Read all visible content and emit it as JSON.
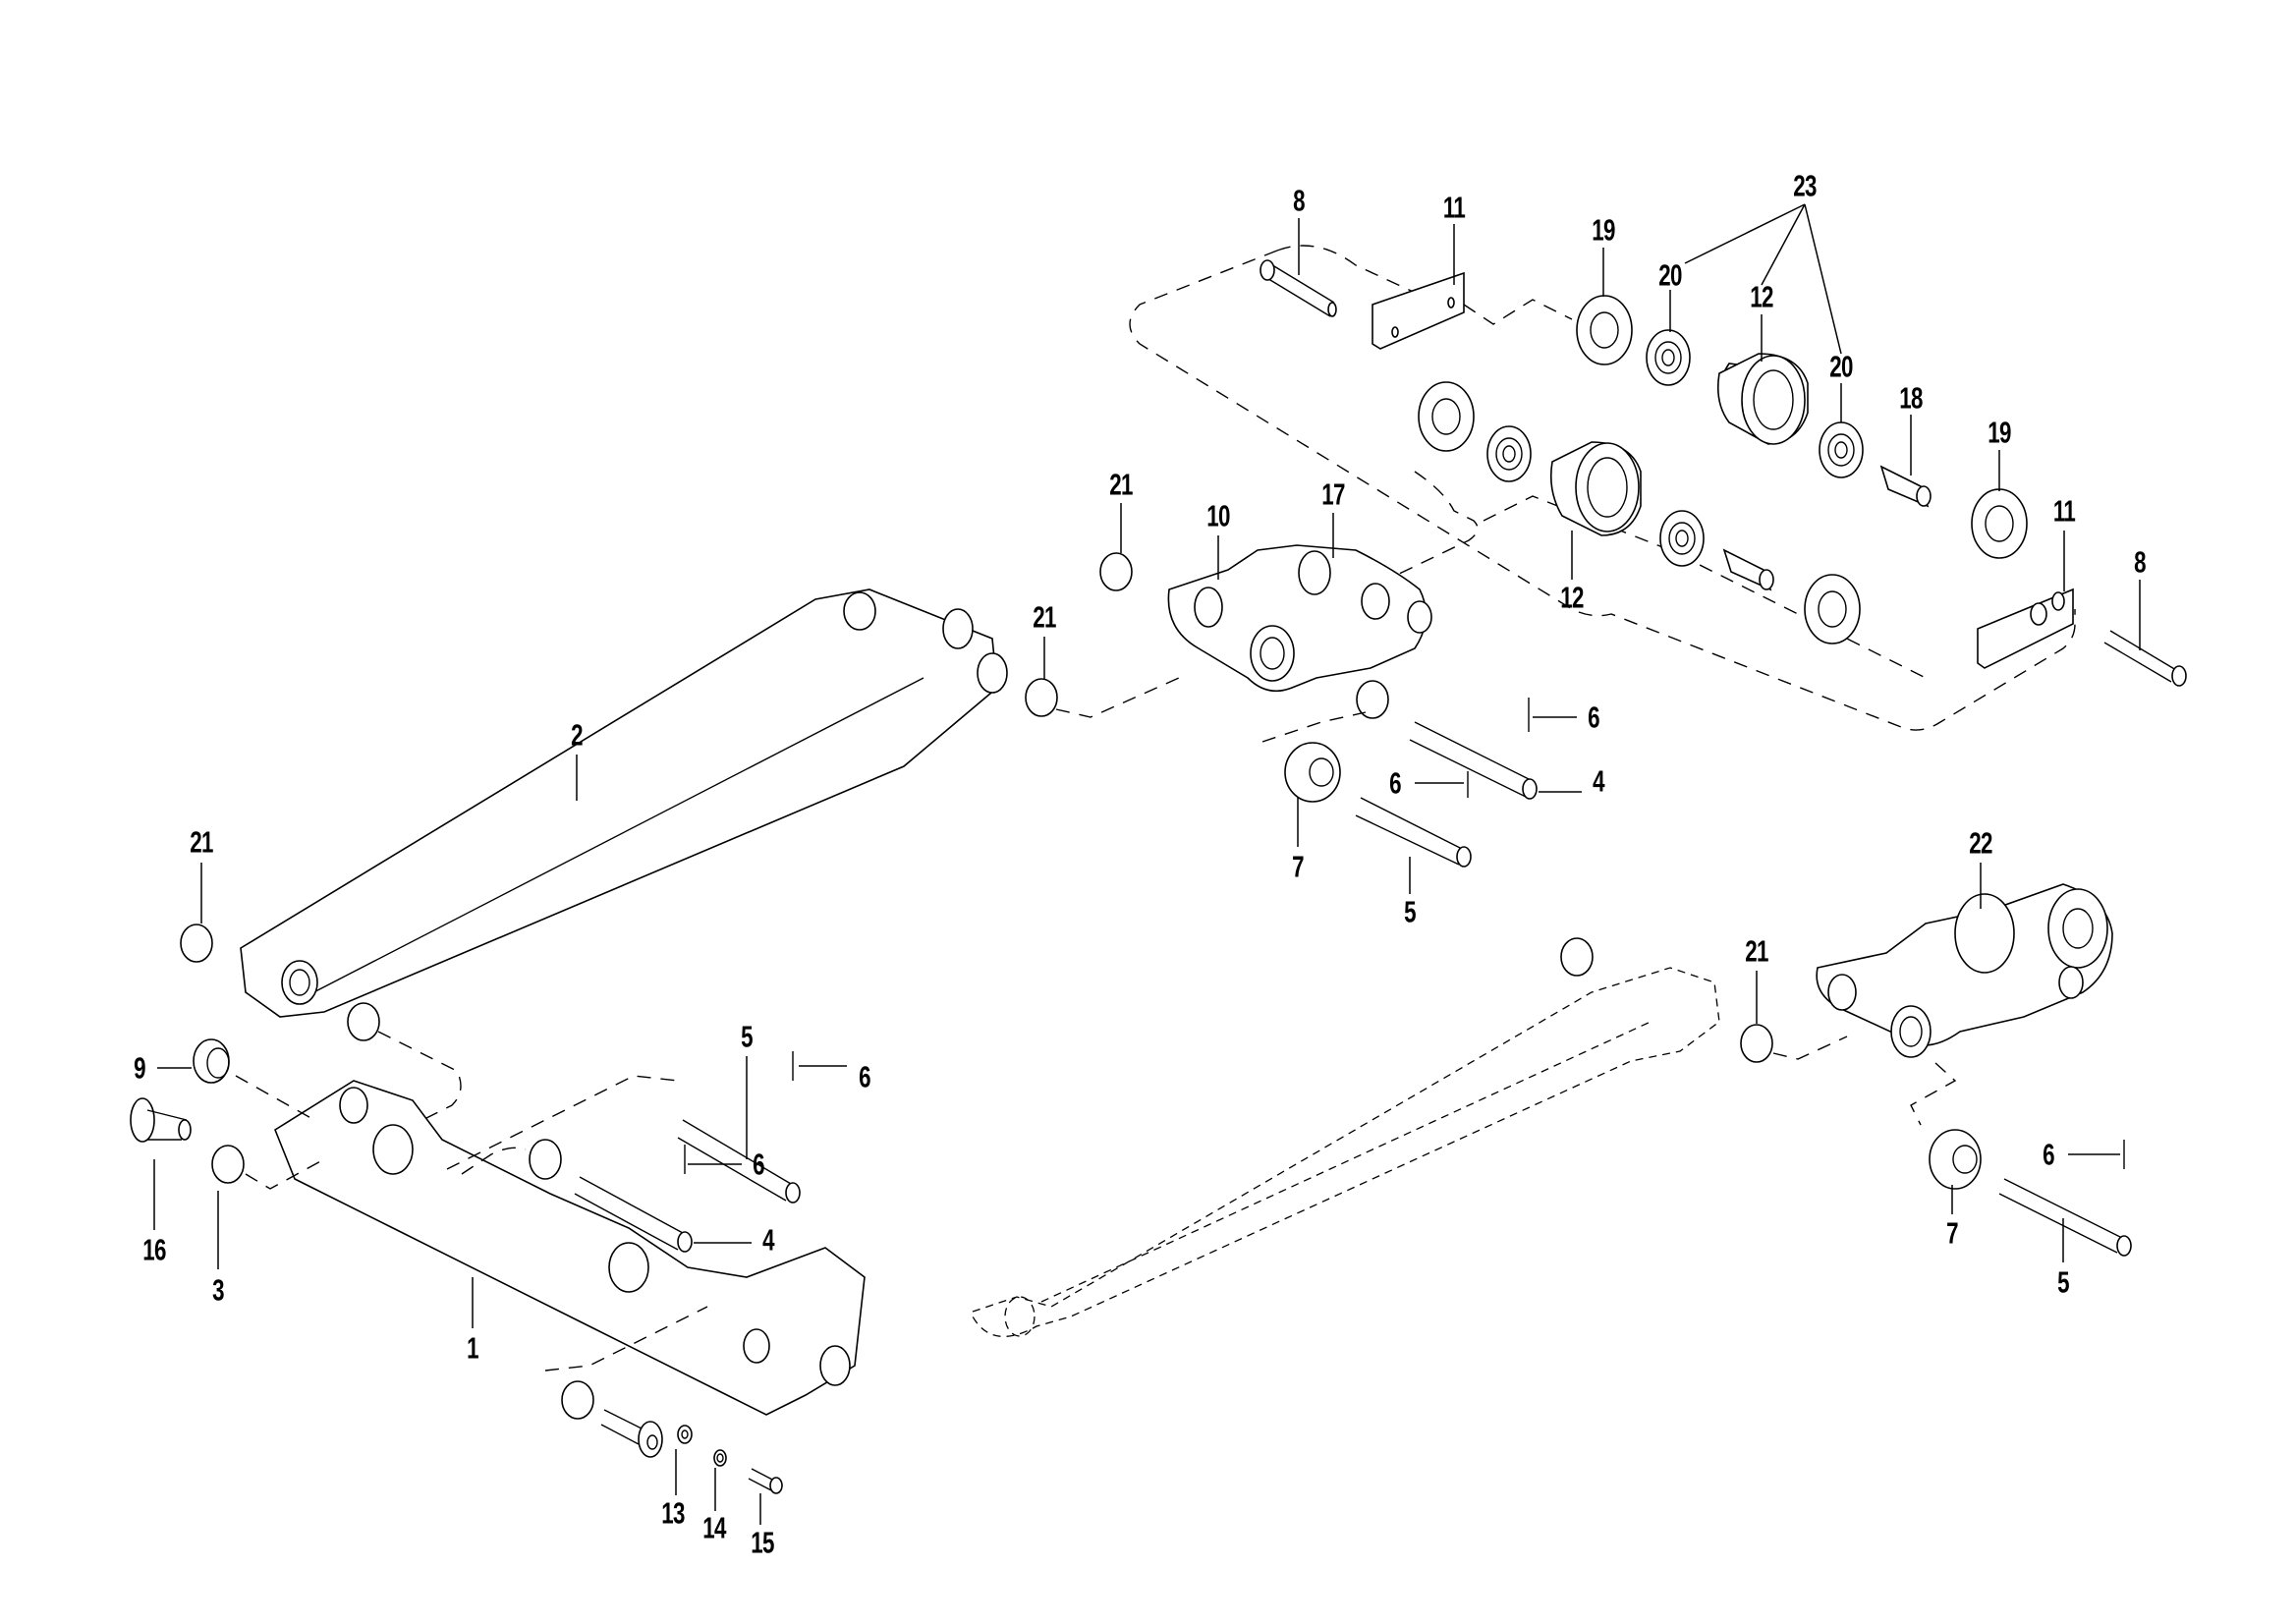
{
  "diagram": {
    "type": "exploded parts diagram",
    "description": "Swing arm / roller bogie assembly",
    "colors": {
      "line": "#000000",
      "background": "#ffffff"
    }
  },
  "callouts": [
    {
      "id": "c23",
      "label": "23",
      "part": "roller-assembly-kit"
    },
    {
      "id": "c20a",
      "label": "20",
      "part": "bearing"
    },
    {
      "id": "c12a",
      "label": "12",
      "part": "roller"
    },
    {
      "id": "c20b",
      "label": "20",
      "part": "bearing"
    },
    {
      "id": "c8a",
      "label": "8",
      "part": "axle-bolt"
    },
    {
      "id": "c11a",
      "label": "11",
      "part": "side-plate"
    },
    {
      "id": "c19a",
      "label": "19",
      "part": "washer"
    },
    {
      "id": "c18",
      "label": "18",
      "part": "spacer-sleeve"
    },
    {
      "id": "c19b",
      "label": "19",
      "part": "washer"
    },
    {
      "id": "c11b",
      "label": "11",
      "part": "side-plate"
    },
    {
      "id": "c8b",
      "label": "8",
      "part": "axle-bolt"
    },
    {
      "id": "c12b",
      "label": "12",
      "part": "roller"
    },
    {
      "id": "c21a",
      "label": "21",
      "part": "bushing"
    },
    {
      "id": "c10",
      "label": "10",
      "part": "bogie-frame"
    },
    {
      "id": "c17",
      "label": "17",
      "part": "roller-pin"
    },
    {
      "id": "c21b",
      "label": "21",
      "part": "bushing"
    },
    {
      "id": "c6a",
      "label": "6",
      "part": "roll-pin"
    },
    {
      "id": "c4a",
      "label": "4",
      "part": "pin"
    },
    {
      "id": "c6b",
      "label": "6",
      "part": "roll-pin"
    },
    {
      "id": "c7a",
      "label": "7",
      "part": "wheel"
    },
    {
      "id": "c5a",
      "label": "5",
      "part": "pin"
    },
    {
      "id": "c2",
      "label": "2",
      "part": "link-arm"
    },
    {
      "id": "c21c",
      "label": "21",
      "part": "bushing"
    },
    {
      "id": "c9",
      "label": "9",
      "part": "flanged-bushing"
    },
    {
      "id": "c16",
      "label": "16",
      "part": "flanged-pin"
    },
    {
      "id": "c3",
      "label": "3",
      "part": "bushing"
    },
    {
      "id": "c5b",
      "label": "5",
      "part": "pin"
    },
    {
      "id": "c6c",
      "label": "6",
      "part": "roll-pin"
    },
    {
      "id": "c6d",
      "label": "6",
      "part": "roll-pin"
    },
    {
      "id": "c4b",
      "label": "4",
      "part": "pin"
    },
    {
      "id": "c1",
      "label": "1",
      "part": "swing-arm"
    },
    {
      "id": "c13",
      "label": "13",
      "part": "washer"
    },
    {
      "id": "c14",
      "label": "14",
      "part": "lock-washer"
    },
    {
      "id": "c15",
      "label": "15",
      "part": "cap-screw"
    },
    {
      "id": "c22",
      "label": "22",
      "part": "bogie-assembly"
    },
    {
      "id": "c21d",
      "label": "21",
      "part": "bushing"
    },
    {
      "id": "c6e",
      "label": "6",
      "part": "roll-pin"
    },
    {
      "id": "c7b",
      "label": "7",
      "part": "wheel"
    },
    {
      "id": "c5c",
      "label": "5",
      "part": "pin"
    }
  ]
}
